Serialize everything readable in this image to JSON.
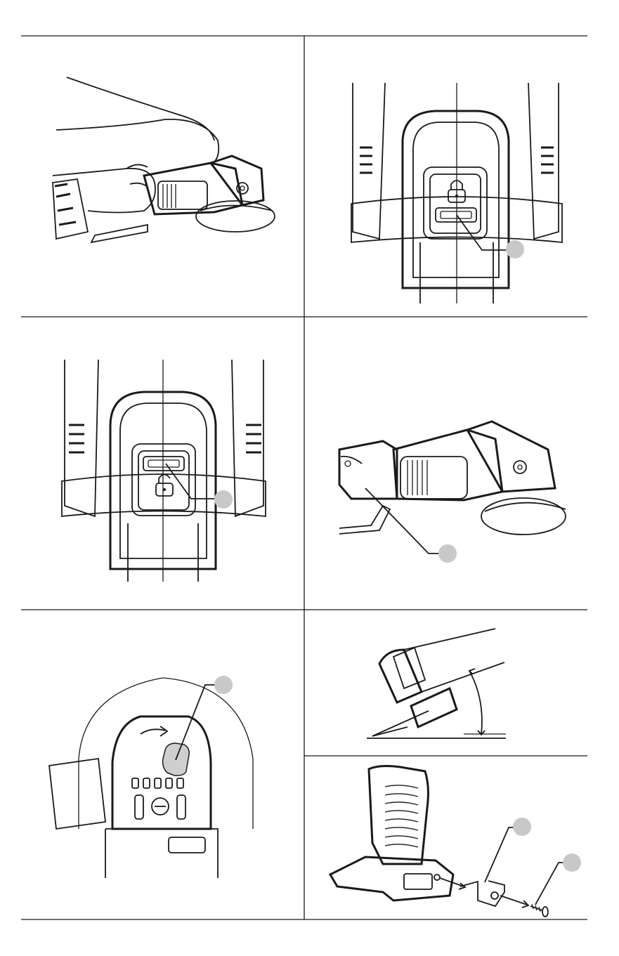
{
  "page": {
    "panels": [
      {
        "id": "fig-hand-grip",
        "illustration": "hands-holding-angle-grinder"
      },
      {
        "id": "fig-switch-locked",
        "illustration": "switch-locked",
        "icon": "padlock-closed-icon",
        "callouts": 1
      },
      {
        "id": "fig-switch-unlocked",
        "illustration": "switch-unlocked",
        "icon": "padlock-open-icon",
        "callouts": 1
      },
      {
        "id": "fig-grinder-side",
        "illustration": "grinder-side-view",
        "callouts": 1
      },
      {
        "id": "fig-spindle-lock",
        "illustration": "grinder-top-spindle-lock",
        "icon": "rotation-arrow-icon",
        "callouts": 1
      },
      {
        "id": "fig-grinding-angle",
        "illustration": "wheel-angle-to-workpiece",
        "callouts": 0
      },
      {
        "id": "fig-belt-hook",
        "illustration": "belt-hook-attachment",
        "icon": "screw-icon",
        "callouts": 2
      }
    ]
  }
}
